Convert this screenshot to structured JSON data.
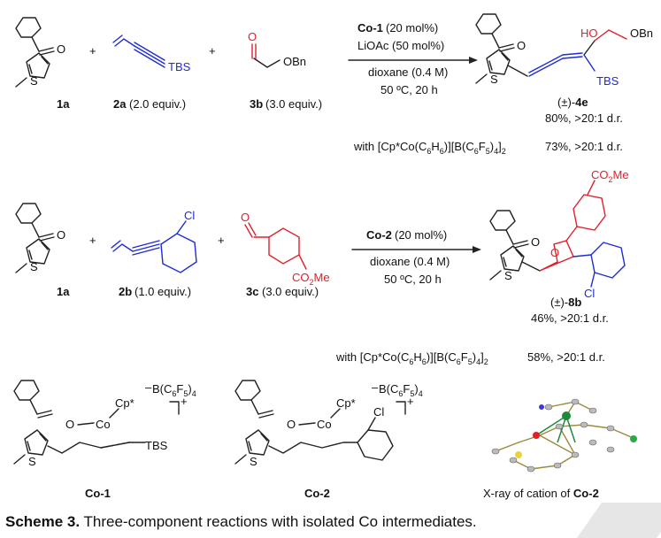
{
  "reaction1": {
    "reagent1": "1a",
    "reagent2_label": "2a",
    "reagent2_equiv": "(2.0 equiv.)",
    "reagent3_label": "3b",
    "reagent3_equiv": "(3.0 equiv.)",
    "tbs": "TBS",
    "obn": "OBn",
    "catalyst": "Co-1",
    "catalyst_loading": "(20 mol%)",
    "additive": "LiOAc (50 mol%)",
    "solvent": "dioxane (0.4 M)",
    "conditions": "50 ºC, 20 h",
    "product_label": "4e",
    "product_prefix": "(±)-",
    "yield": "80%, >20:1 d.r.",
    "alt_catalyst_prefix": "with",
    "alt_yield": "73%, >20:1 d.r.",
    "ho": "HO"
  },
  "reaction2": {
    "reagent1": "1a",
    "reagent2_label": "2b",
    "reagent2_equiv": "(1.0 equiv.)",
    "reagent3_label": "3c",
    "reagent3_equiv": "(3.0 equiv.)",
    "catalyst": "Co-2",
    "catalyst_loading": "(20 mol%)",
    "solvent": "dioxane (0.4 M)",
    "conditions": "50 ºC, 20 h",
    "product_label": "8b",
    "product_prefix": "(±)-",
    "yield": "46%, >20:1 d.r.",
    "alt_catalyst_prefix": "with",
    "alt_yield": "58%, >20:1 d.r."
  },
  "intermediates": {
    "co1_label": "Co-1",
    "co2_label": "Co-2",
    "xray_prefix": "X-ray of cation of",
    "xray_label": "Co-2"
  },
  "caption": {
    "label": "Scheme 3.",
    "text": " Three-component reactions with isolated Co intermediates."
  },
  "colors": {
    "blue": "#1f2bd6",
    "red": "#e0202a"
  }
}
